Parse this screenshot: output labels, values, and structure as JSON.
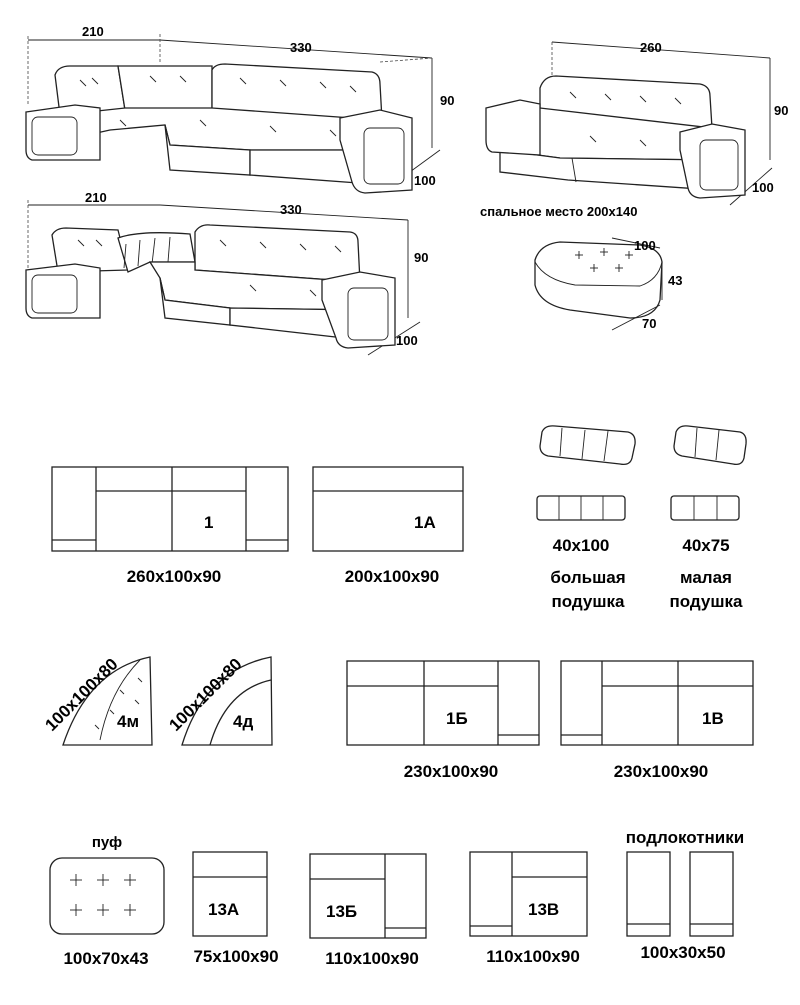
{
  "colors": {
    "line": "#222222",
    "text": "#111111",
    "background": "#ffffff"
  },
  "top": {
    "sofa_a": {
      "width_left": "210",
      "width_right": "330",
      "height": "90",
      "depth": "100"
    },
    "sofa_b": {
      "width_left": "210",
      "width_right": "330",
      "height": "90",
      "depth": "100"
    },
    "straight": {
      "width": "260",
      "height": "90",
      "depth": "100",
      "sleeping": "спальное место 200x140"
    },
    "pouf": {
      "w": "100",
      "h": "43",
      "d": "70"
    }
  },
  "modules": {
    "m1": {
      "label": "1",
      "size": "260x100x90"
    },
    "m1a": {
      "label": "1А",
      "size": "200x100x90"
    },
    "m4m": {
      "label": "4м",
      "size": "100x100x80"
    },
    "m4d": {
      "label": "4д",
      "size": "100x100x80"
    },
    "m1b": {
      "label": "1Б",
      "size": "230x100x90"
    },
    "m1v": {
      "label": "1В",
      "size": "230x100x90"
    },
    "m13a": {
      "label": "13А",
      "size": "75x100x90"
    },
    "m13b": {
      "label": "13Б",
      "size": "110x100x90"
    },
    "m13v": {
      "label": "13В",
      "size": "110x100x90"
    }
  },
  "cushions": {
    "big": {
      "size": "40x100",
      "name_1": "большая",
      "name_2": "подушка"
    },
    "small": {
      "size": "40x75",
      "name_1": "малая",
      "name_2": "подушка"
    }
  },
  "pouf_unit": {
    "title": "пуф",
    "size": "100x70x43"
  },
  "armrests": {
    "title": "подлокотники",
    "size": "100x30x50"
  }
}
